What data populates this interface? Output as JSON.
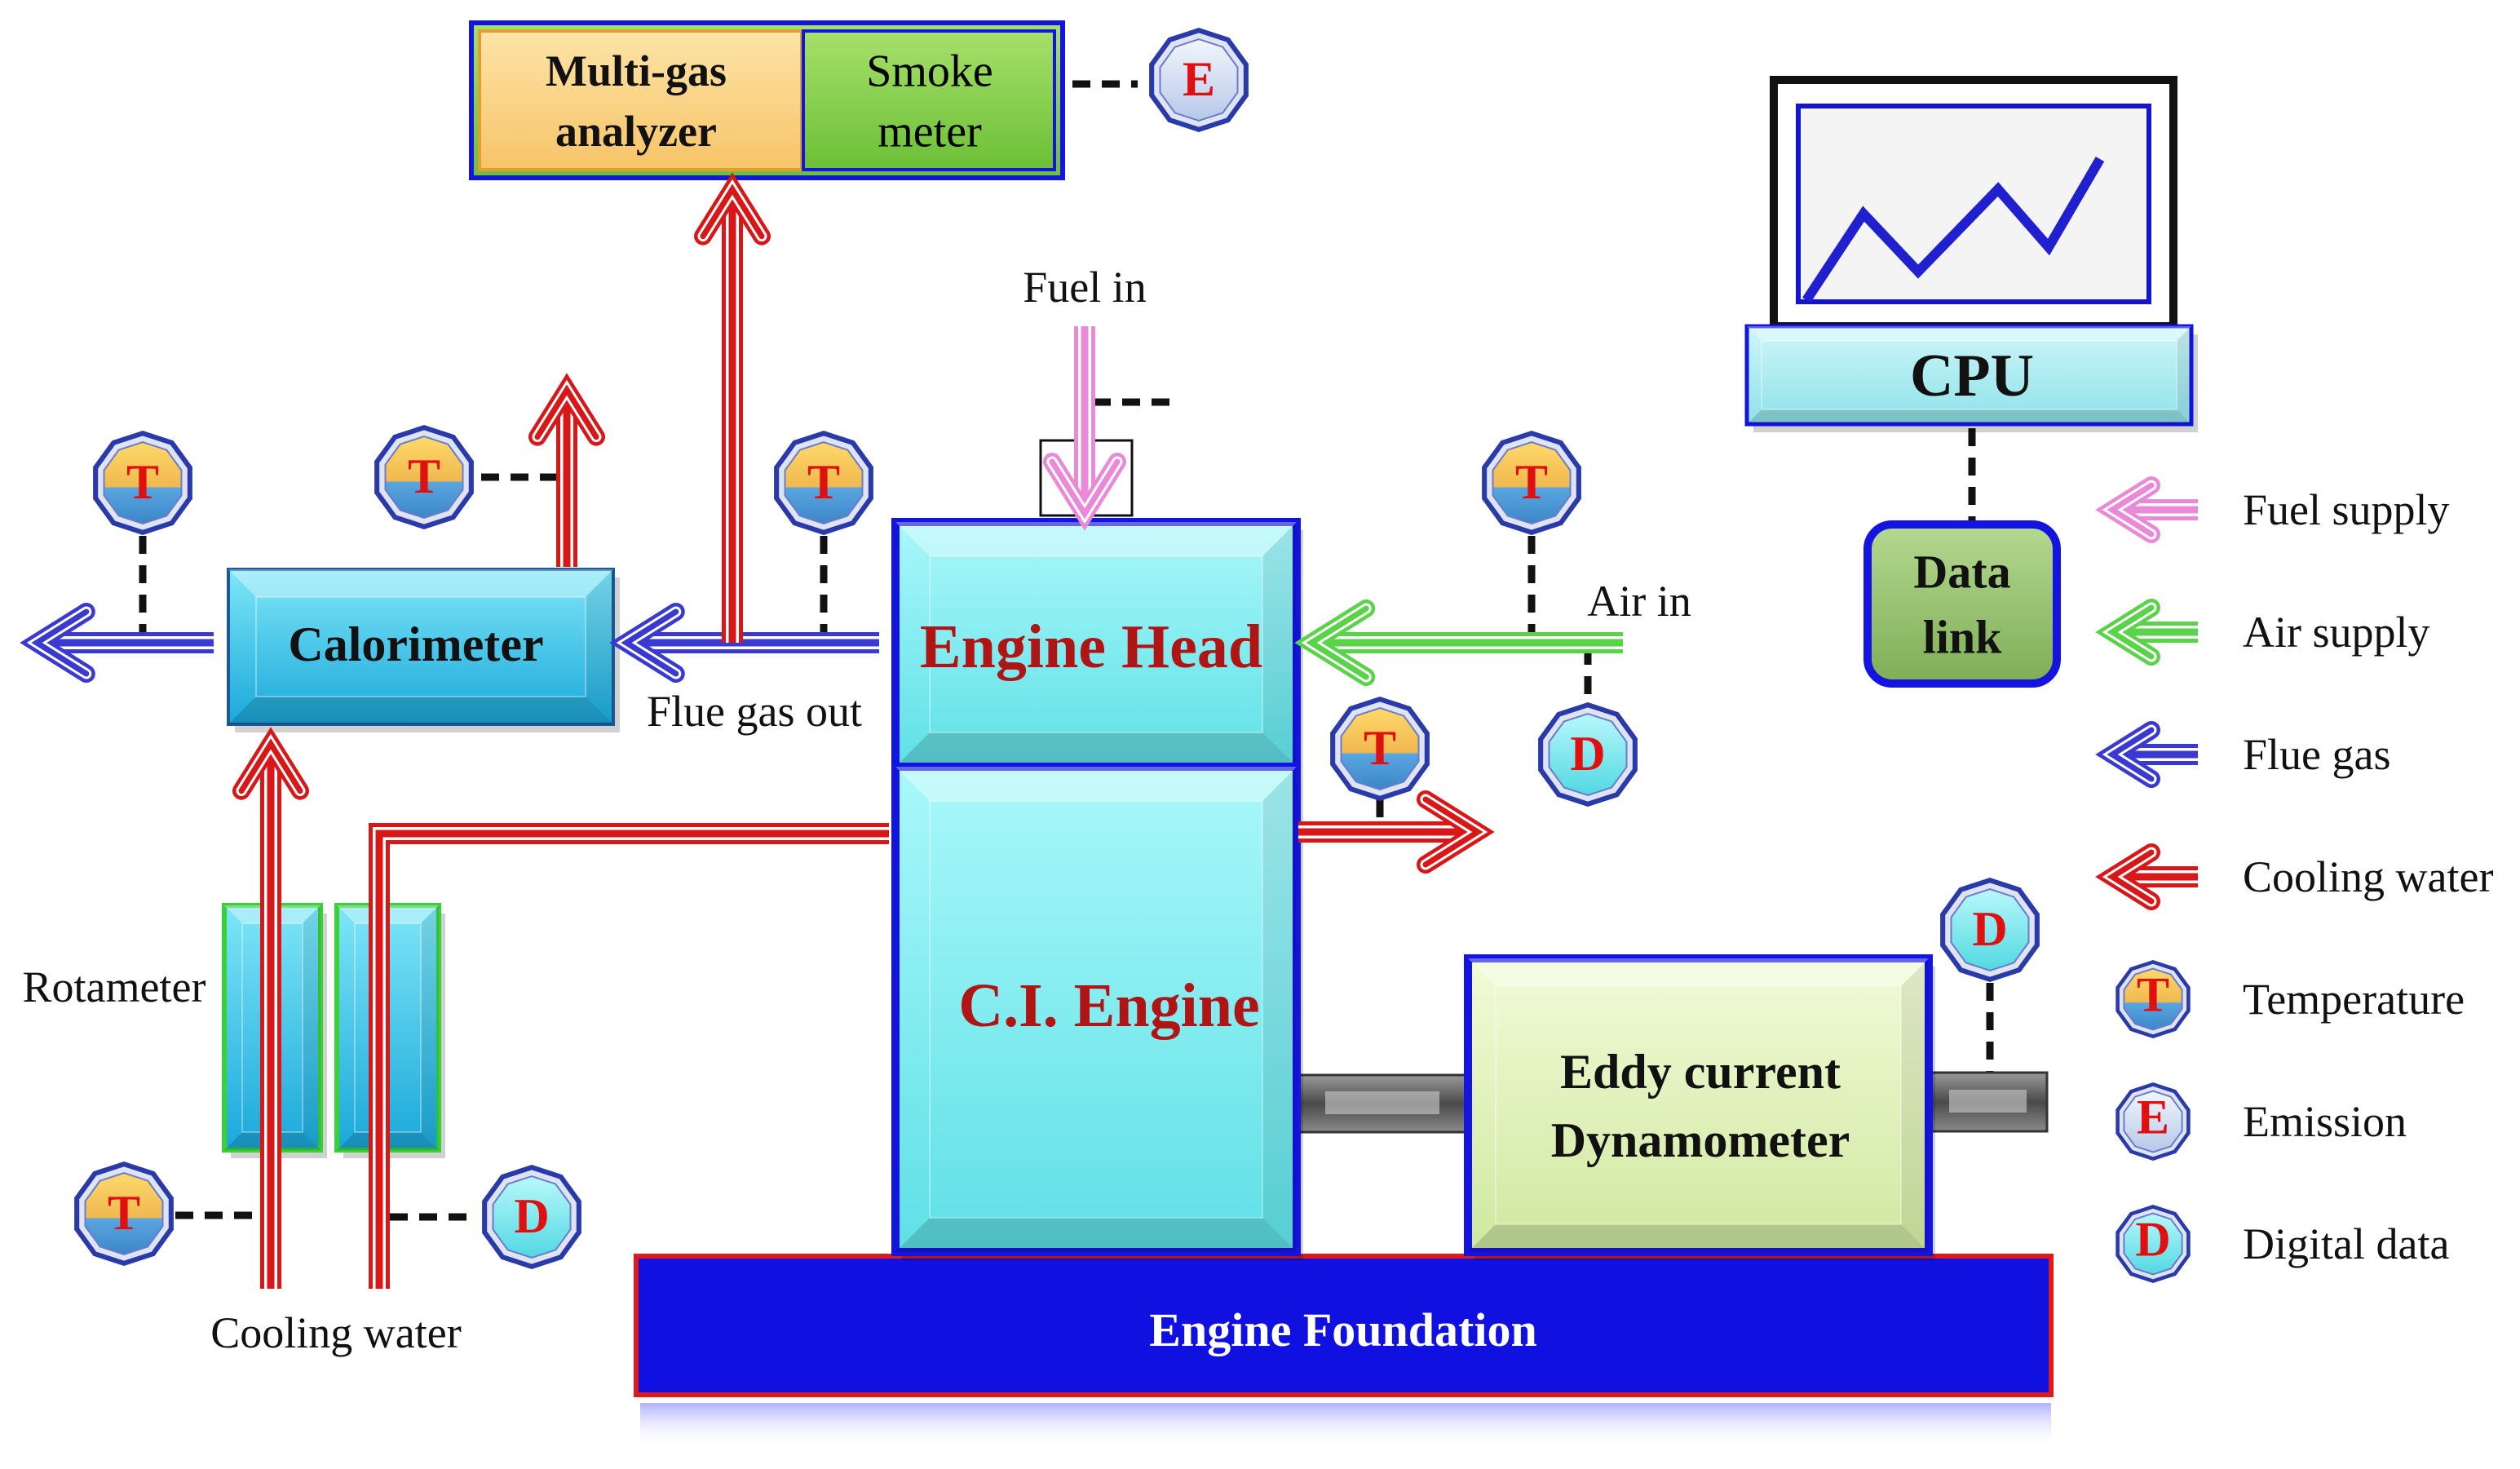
{
  "boxes": {
    "multigas": "Multi-gas|analyzer",
    "smoke": "Smoke|meter",
    "calorimeter": "Calorimeter",
    "engine_head": "Engine Head",
    "ci_engine": "C.I. Engine",
    "dynamometer": "Eddy current|Dynamometer",
    "foundation": "Engine Foundation",
    "cpu": "CPU",
    "data_link": "Data|link"
  },
  "labels": {
    "fuel_in": "Fuel in",
    "air_in": "Air in",
    "flue_gas_out": "Flue gas out",
    "rotameter": "Rotameter",
    "cooling_water": "Cooling  water"
  },
  "symbols": {
    "temperature": "T",
    "emission": "E",
    "digital": "D"
  },
  "legend": [
    {
      "kind": "arrow",
      "color": "#e88ad8",
      "label": "Fuel supply"
    },
    {
      "kind": "arrow",
      "color": "#5ad24a",
      "label": "Air supply"
    },
    {
      "kind": "arrow",
      "color": "#3a3ad0",
      "label": "Flue gas"
    },
    {
      "kind": "arrow",
      "color": "#d81818",
      "label": "Cooling water"
    },
    {
      "kind": "symbol",
      "symbol": "T",
      "label": "Temperature"
    },
    {
      "kind": "symbol",
      "symbol": "E",
      "label": "Emission"
    },
    {
      "kind": "symbol",
      "symbol": "D",
      "label": "Digital  data"
    }
  ],
  "colors": {
    "fuel": "#e88ad8",
    "air": "#5ad24a",
    "flue": "#3a3ad0",
    "cooling": "#d81818",
    "engine": "#7df0f2",
    "foundation": "#1010e0"
  }
}
